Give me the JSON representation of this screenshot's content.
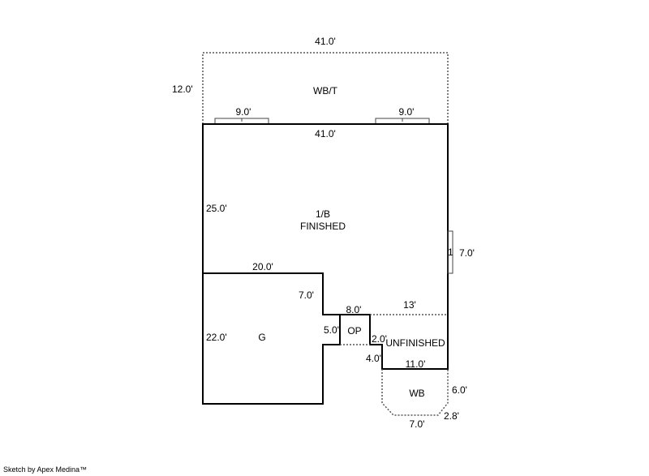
{
  "areas": {
    "wbt": "WB/T",
    "main_line1": "1/B",
    "main_line2": "FINISHED",
    "garage": "G",
    "porch": "OP",
    "unfinished": "UNFINISHED",
    "wb": "WB"
  },
  "dimensions": {
    "wbt_top": "41.0'",
    "wbt_side": "12.0'",
    "wbt_step_left": "9.0'",
    "wbt_step_right": "9.0'",
    "main_top": "41.0'",
    "main_side": "25.0'",
    "bump_label": "1",
    "bump_len": "7.0'",
    "garage_top": "20.0'",
    "garage_notch": "7.0'",
    "garage_side": "22.0'",
    "op_top": "8.0'",
    "op_side": "5.0'",
    "unf_top": "13'",
    "unf_step": "2.0'",
    "unf_side": "4.0'",
    "unf_bottom": "11.0'",
    "wb_side": "6.0'",
    "wb_diag": "2.8'",
    "wb_bottom": "7.0'"
  },
  "footer": {
    "credit": "Sketch by Apex Medina™"
  }
}
